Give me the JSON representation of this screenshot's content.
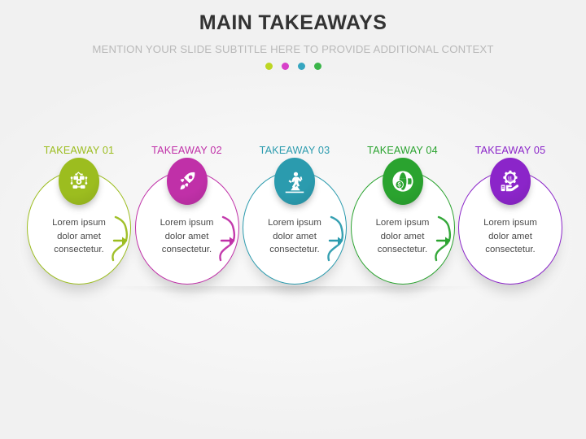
{
  "header": {
    "title": "MAIN TAKEAWAYS",
    "subtitle": "MENTION YOUR SLIDE SUBTITLE HERE TO PROVIDE ADDITIONAL CONTEXT",
    "dots": [
      {
        "name": "dot-1",
        "color": "#bdd623"
      },
      {
        "name": "dot-2",
        "color": "#d740c9"
      },
      {
        "name": "dot-3",
        "color": "#36a6c0"
      },
      {
        "name": "dot-4",
        "color": "#3bb54a"
      }
    ],
    "title_color": "#333333",
    "subtitle_color": "#b9b9b9"
  },
  "steps": [
    {
      "label": "TAKEAWAY 01",
      "color": "#9cbd1f",
      "icon": "network-diagram-icon",
      "body": "Lorem ipsum\ndolor amet\nconsectetur."
    },
    {
      "label": "TAKEAWAY 02",
      "color": "#c030a8",
      "icon": "rocket-icon",
      "body": "Lorem ipsum\ndolor amet\nconsectetur."
    },
    {
      "label": "TAKEAWAY 03",
      "color": "#2b9bae",
      "icon": "climbing-businessman-icon",
      "body": "Lorem ipsum\ndolor amet\nconsectetur."
    },
    {
      "label": "TAKEAWAY 04",
      "color": "#2aa32f",
      "icon": "global-finance-globe-icon",
      "body": "Lorem ipsum\ndolor amet\nconsectetur."
    },
    {
      "label": "TAKEAWAY 05",
      "color": "#8b25c9",
      "icon": "hand-holding-gear-icon",
      "body": "Lorem ipsum\ndolor amet\nconsectetur."
    }
  ],
  "background_color": "#f6f6f6"
}
